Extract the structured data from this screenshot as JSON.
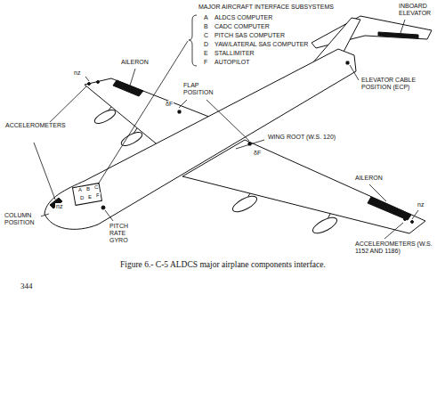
{
  "diagram": {
    "caption": "Figure 6.- C-5 ALDCS major airplane components interface.",
    "labels": [
      "MAJOR AIRCRAFT INTERFACE SUBSYSTEMS",
      "A",
      "ALDCS COMPUTER",
      "B",
      "CADC COMPUTER",
      "C",
      "PITCH SAS COMPUTER",
      "D",
      "YAW/LATERAL SAS COMPUTER",
      "E",
      "STALLIMITER",
      "F",
      "AUTOPILOT",
      "INBOARD ELEVATOR",
      "ELEVATOR CABLE POSITION (ECP)",
      "AILERON",
      "FLAP POSITION",
      "δF",
      "δF",
      "WING ROOT (W.S. 120)",
      "ACCELEROMETERS",
      "nz",
      "nz",
      "AILERON",
      "nz",
      "ACCELEROMETERS (W.S. 1152 AND 1186)",
      "COLUMN POSITION",
      "A",
      "B",
      "C",
      "D",
      "E",
      "F",
      "PITCH RATE GYRO",
      "344"
    ]
  }
}
